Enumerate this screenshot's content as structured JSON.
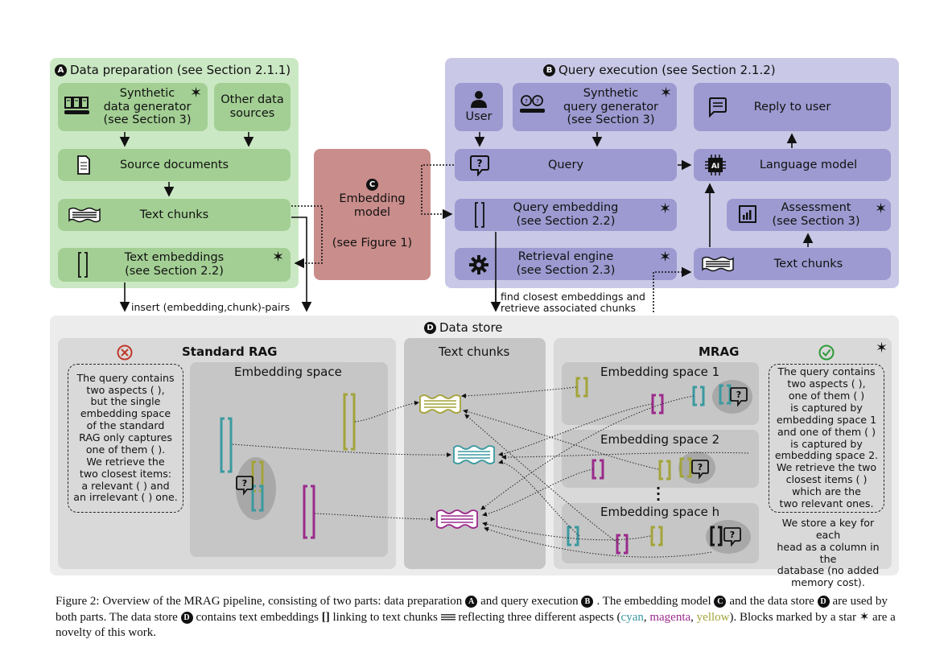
{
  "prep": {
    "title": "Data preparation (see Section 2.1.1)",
    "badge": "A",
    "synth_gen": "Synthetic data generator (see Section 3)",
    "synth_gen_l1": "Synthetic",
    "synth_gen_l2": "data generator",
    "synth_gen_l3": "(see Section 3)",
    "other_sources_l1": "Other data",
    "other_sources_l2": "sources",
    "source_docs": "Source documents",
    "text_chunks": "Text chunks",
    "text_emb_l1": "Text embeddings",
    "text_emb_l2": "(see Section 2.2)"
  },
  "embed_model": {
    "badge": "C",
    "l1": "Embedding",
    "l2": "model",
    "l3": "(see Figure 1)"
  },
  "query": {
    "title": "Query execution (see Section 2.1.2)",
    "badge": "B",
    "user": "User",
    "synth_q_l1": "Synthetic",
    "synth_q_l2": "query generator",
    "synth_q_l3": "(see Section 3)",
    "reply": "Reply to user",
    "query": "Query",
    "language_model": "Language model",
    "q_emb_l1": "Query embedding",
    "q_emb_l2": "(see Section 2.2)",
    "assess_l1": "Assessment",
    "assess_l2": "(see Section 3)",
    "retrieval_l1": "Retrieval engine",
    "retrieval_l2": "(see Section 2.3)",
    "text_chunks": "Text chunks"
  },
  "flow": {
    "insert_label": "insert (embedding,chunk)-pairs",
    "find_l1": "find closest embeddings and",
    "find_l2": "retrieve associated chunks"
  },
  "store": {
    "title": "Data store",
    "badge": "D",
    "standard_rag": "Standard RAG",
    "embedding_space": "Embedding space",
    "text_chunks": "Text chunks",
    "mrag": "MRAG",
    "space1": "Embedding space 1",
    "space2": "Embedding space 2",
    "spaceh": "Embedding space h",
    "note_left": [
      "The query contains",
      "two aspects (  ),",
      "but the single",
      "embedding space",
      "of the standard",
      "RAG only captures",
      "one of them ( ).",
      "We retrieve the",
      "two closest items:",
      "a relevant ( ) and",
      "an irrelevant ( ) one."
    ],
    "note_right": [
      "The query contains",
      "two aspects (  ),",
      "one of them ( )",
      "is captured by",
      "embedding space 1",
      "and one of them ( )",
      "is captured by",
      "embedding space 2.",
      "We retrieve the two",
      "closest items (  )",
      "which are the",
      "two relevant ones."
    ],
    "key_note": [
      "We store a key for each",
      "head as a column in the",
      "database (no added",
      "memory cost)."
    ]
  },
  "caption": {
    "p1": "Figure 2: Overview of the MRAG pipeline, consisting of two parts: data preparation",
    "p2": "and query execution",
    "p3": ". The embedding model",
    "p4": "and the",
    "p5": "data store",
    "p6": "are used by both parts. The data store",
    "p7": "contains text embeddings",
    "p8": "linking to text chunks",
    "p9": "reflecting three different aspects (",
    "cyan": "cyan",
    "magenta": "magenta",
    "yellow": "yellow",
    "p10": "). Blocks marked by a star",
    "p11": "are a novelty of this work."
  },
  "colors": {
    "cyan": "#3a9aa0",
    "magenta": "#9b2a8c",
    "yellow": "#a3a43a",
    "green_panel": "#cbe8c4",
    "green_box": "#a3cf94",
    "blue_panel": "#c9c8e6",
    "blue_box": "#9c9ad0",
    "red_box": "#c98d8b"
  }
}
